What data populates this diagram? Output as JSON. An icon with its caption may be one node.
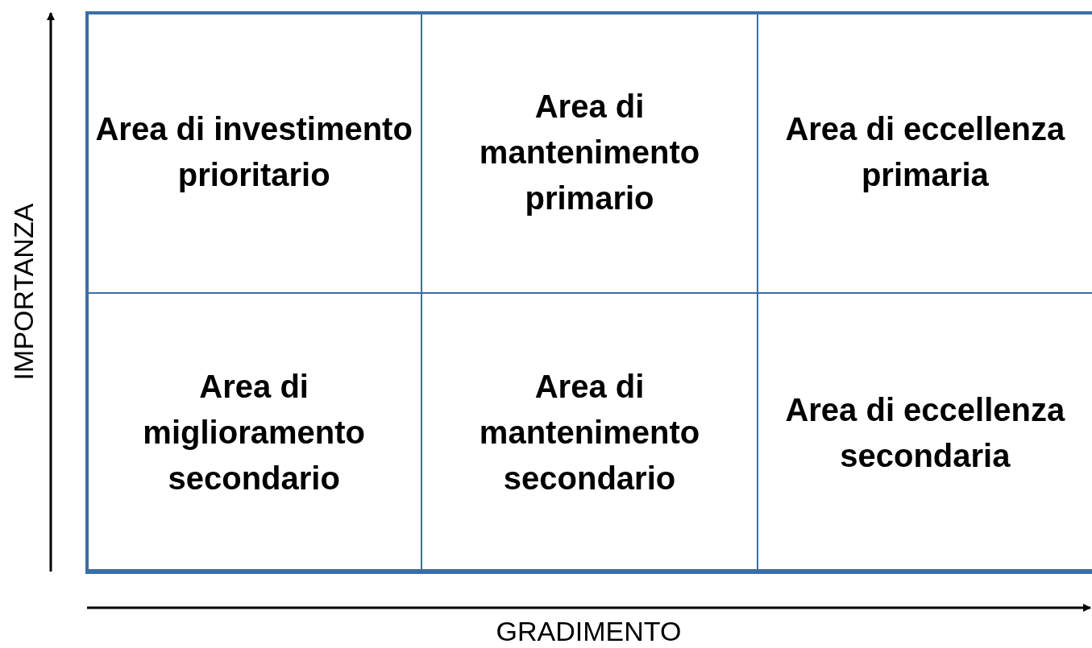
{
  "diagram": {
    "nodes": [
      {
        "text": [
          "Area di investimento prioritario"
        ]
      },
      {
        "text": [
          "Area di mantenimento primario"
        ]
      },
      {
        "text": [
          "Area di eccellenza primaria"
        ]
      },
      {
        "text": [
          "Area di miglioramento secondario"
        ]
      },
      {
        "text": [
          "Area di mantenimento secondario"
        ]
      },
      {
        "text": [
          "Area di eccellenza secondaria"
        ]
      }
    ],
    "labels": [
      "IMPORTANZA",
      "GRADIMENTO"
    ]
  }
}
